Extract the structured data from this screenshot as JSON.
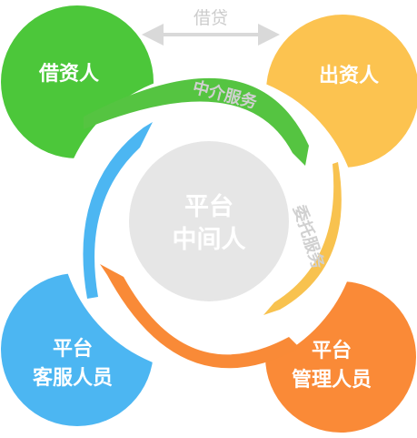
{
  "top_label": "借贷",
  "center": {
    "line1": "平台",
    "line2": "中间人"
  },
  "nodes": {
    "borrower": {
      "label": "借资人",
      "color": "#4cc73a"
    },
    "lender": {
      "label": "出资人",
      "color": "#fcc350"
    },
    "manager": {
      "line1": "平台",
      "line2": "管理人员",
      "color": "#fa8a37"
    },
    "service": {
      "line1": "平台",
      "line2": "客服人员",
      "color": "#4cb6f2"
    }
  },
  "flows": {
    "intermediary_service": {
      "label": "中介服务",
      "color": "#55c441"
    },
    "entrusted_service": {
      "label": "委托服务",
      "color": "#f8c24f"
    },
    "return_orange": {
      "color": "#f98a37"
    },
    "return_blue": {
      "color": "#4cb6f2"
    }
  }
}
